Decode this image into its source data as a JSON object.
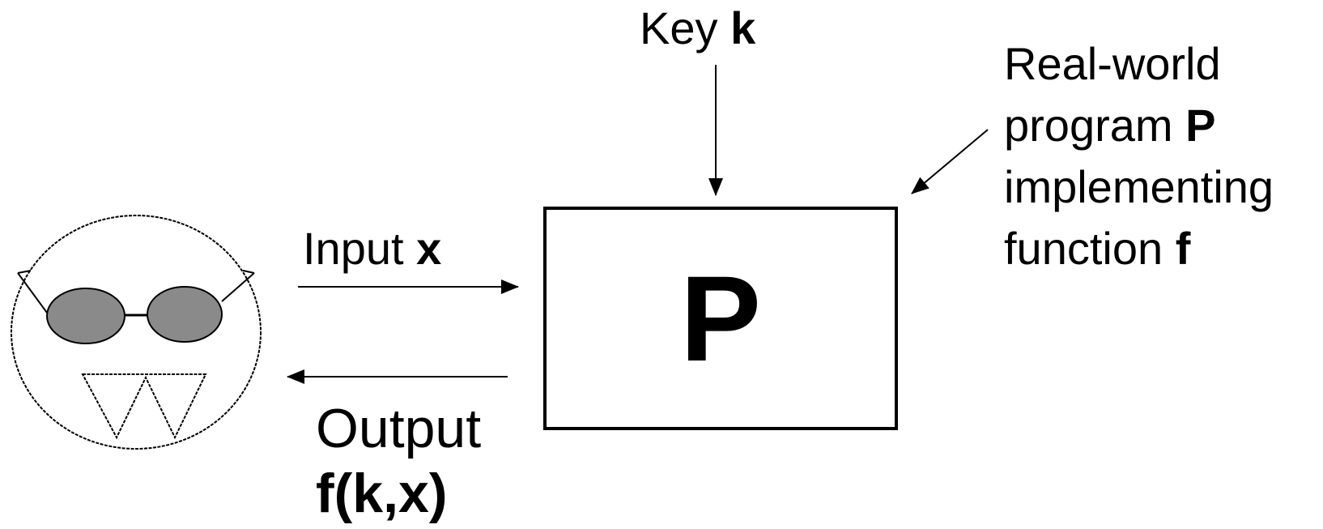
{
  "key": {
    "prefix": "Key",
    "symbol": "k"
  },
  "program_note": {
    "line1": "Real-world",
    "line2_prefix": "program",
    "line2_symbol": "P",
    "line3": "implementing",
    "line4_prefix": "function",
    "line4_symbol": "f"
  },
  "input": {
    "prefix": "Input",
    "symbol": "x"
  },
  "output": {
    "line1": "Output",
    "line2": "f(k,x)"
  },
  "box": {
    "letter": "P"
  },
  "colors": {
    "ink": "#000000",
    "lens": "#8a8a8a",
    "background": "#ffffff"
  },
  "icons": {
    "adversary": "adversary-face-icon"
  }
}
